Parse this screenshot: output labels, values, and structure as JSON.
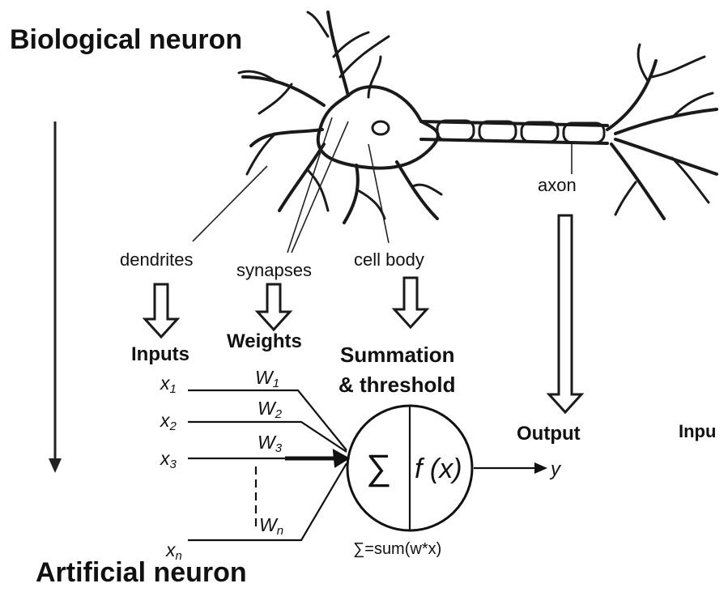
{
  "titles": {
    "biological": "Biological neuron",
    "artificial": "Artificial neuron"
  },
  "neuron_labels": {
    "dendrites": "dendrites",
    "synapses": "synapses",
    "cell_body": "cell body",
    "axon": "axon"
  },
  "model_labels": {
    "inputs": "Inputs",
    "weights": "Weights",
    "summation": "Summation",
    "threshold": "& threshold",
    "output": "Output",
    "partial_input": "Inpu"
  },
  "inputs": [
    {
      "base": "x",
      "sub": "1"
    },
    {
      "base": "x",
      "sub": "2"
    },
    {
      "base": "x",
      "sub": "3"
    },
    {
      "base": "x",
      "sub": "n"
    }
  ],
  "weights": [
    {
      "base": "W",
      "sub": "1"
    },
    {
      "base": "W",
      "sub": "2"
    },
    {
      "base": "W",
      "sub": "3"
    },
    {
      "base": "W",
      "sub": "n"
    }
  ],
  "node": {
    "sum_symbol": "∑",
    "activation": "f (x)",
    "formula": "∑=sum(w*x)",
    "output_symbol": "y"
  }
}
